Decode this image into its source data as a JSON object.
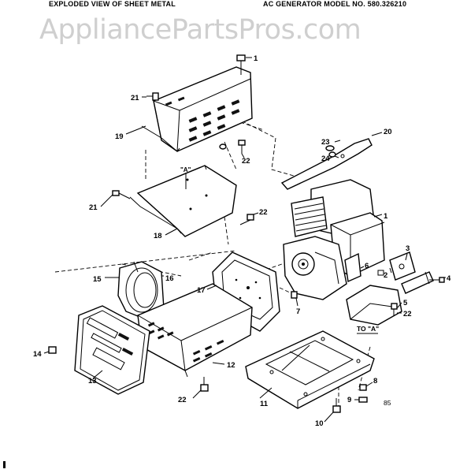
{
  "header": {
    "left": "EXPLODED VIEW OF SHEET METAL",
    "right": "AC GENERATOR MODEL NO. 580.326210"
  },
  "watermark": "AppliancePartsPros.com",
  "callouts": [
    "1",
    "21",
    "19",
    "22",
    "23",
    "20",
    "24",
    "21",
    "18",
    "22",
    "1",
    "15",
    "16",
    "17",
    "3",
    "2",
    "6",
    "4",
    "7",
    "5",
    "22",
    "14",
    "12",
    "13",
    "22",
    "11",
    "8",
    "9",
    "10"
  ],
  "annotations": {
    "view_a_label": "\"A\"",
    "to_a_label": "TO \"A\"",
    "code": "85"
  }
}
